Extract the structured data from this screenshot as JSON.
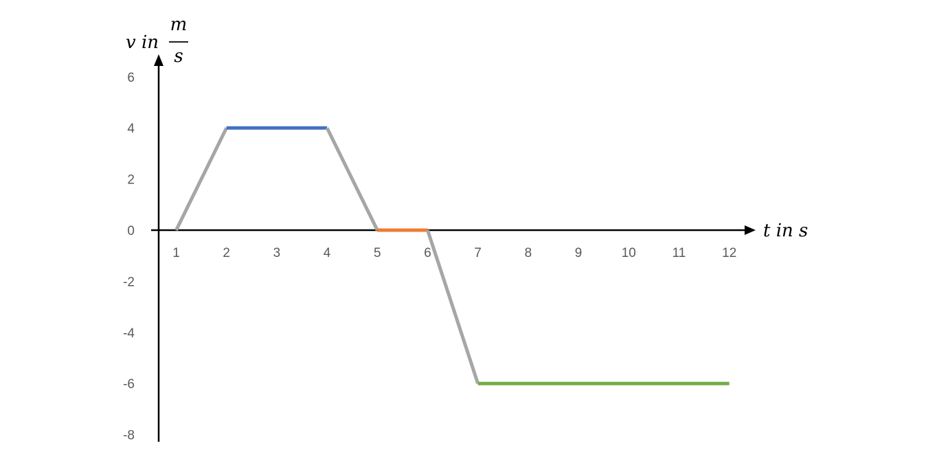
{
  "chart_data": {
    "type": "line",
    "title": "",
    "xlabel": "t in s",
    "ylabel": {
      "prefix": "v in",
      "numerator": "m",
      "denominator": "s"
    },
    "xlim": [
      1,
      12
    ],
    "ylim": [
      -8,
      6
    ],
    "x_ticks": [
      "1",
      "2",
      "3",
      "4",
      "5",
      "6",
      "7",
      "8",
      "9",
      "10",
      "11",
      "12"
    ],
    "y_ticks": [
      "6",
      "4",
      "2",
      "0",
      "-2",
      "-4",
      "-6",
      "-8"
    ],
    "y_tick_values": [
      6,
      4,
      2,
      0,
      -2,
      -4,
      -6,
      -8
    ],
    "legend": "none",
    "grid": false,
    "series": [
      {
        "color": "#a6a6a6",
        "points": [
          [
            1,
            0
          ],
          [
            2,
            4
          ]
        ]
      },
      {
        "color": "#4472c4",
        "points": [
          [
            2,
            4
          ],
          [
            4,
            4
          ]
        ]
      },
      {
        "color": "#a6a6a6",
        "points": [
          [
            4,
            4
          ],
          [
            5,
            0
          ]
        ]
      },
      {
        "color": "#ed7d31",
        "points": [
          [
            5,
            0
          ],
          [
            6,
            0
          ]
        ]
      },
      {
        "color": "#a6a6a6",
        "points": [
          [
            6,
            0
          ],
          [
            7,
            -6
          ]
        ]
      },
      {
        "color": "#70ad47",
        "points": [
          [
            7,
            -6
          ],
          [
            12,
            -6
          ]
        ]
      }
    ]
  }
}
